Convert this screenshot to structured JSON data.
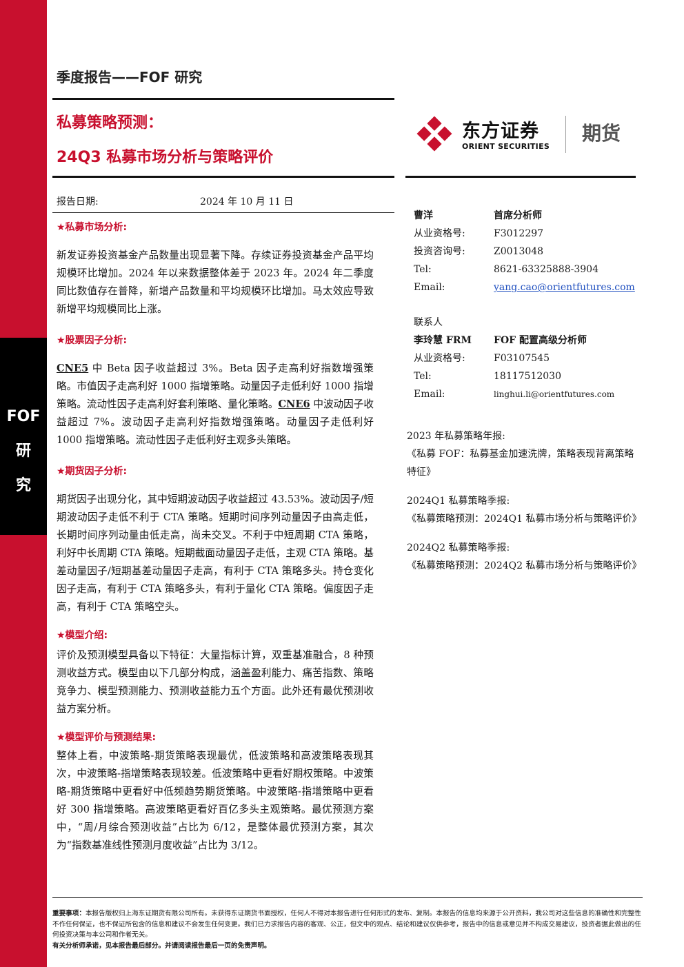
{
  "sidebar": {
    "label_chars": [
      "FOF",
      "研",
      "究"
    ]
  },
  "header": {
    "report_type": "季度报告——FOF 研究",
    "title_line1": "私募策略预测：",
    "title_line2": "24Q3 私募市场分析与策略评价"
  },
  "logo": {
    "company_cn": "东方证券",
    "company_en": "ORIENT SECURITIES",
    "division": "期货"
  },
  "report_date": {
    "label": "报告日期:",
    "value": "2024 年 10 月 11 日"
  },
  "sections": [
    {
      "heading": "★私募市场分析:",
      "text": "新发证券投资基金产品数量出现显著下降。存续证券投资基金产品平均规模环比增加。2024 年以来数据整体差于 2023 年。2024 年二季度同比数值存在普降，新增产品数量和平均规模环比增加。马太效应导致新增平均规模同比上涨。"
    },
    {
      "heading": "★股票因子分析:",
      "cne5": "CNE5",
      "text_a": "中 Beta 因子收益超过 3%。Beta 因子走高利好指数增强策略。市值因子走高利好 1000 指增策略。动量因子走低利好 1000 指增策略。流动性因子走高利好套利策略、量化策略。",
      "cne6": "CNE6",
      "text_b": "中波动因子收益超过 7%。波动因子走高利好指数增强策略。动量因子走低利好 1000 指增策略。流动性因子走低利好主观多头策略。"
    },
    {
      "heading": "★期货因子分析:",
      "text": "期货因子出现分化，其中短期波动因子收益超过 43.53%。波动因子/短期波动因子走低不利于 CTA 策略。短期时间序列动量因子由高走低，长期时间序列动量由低走高，尚未交叉。不利于中短周期 CTA 策略，利好中长周期 CTA 策略。短期截面动量因子走低，主观 CTA 策略。基差动量因子/短期基差动量因子走高，有利于 CTA 策略多头。持仓变化因子走高，有利于 CTA 策略多头，有利于量化 CTA 策略。偏度因子走高，有利于 CTA 策略空头。"
    },
    {
      "heading": "★模型介绍:",
      "text": "评价及预测模型具备以下特征：大量指标计算，双重基准融合，8 种预测收益方式。模型由以下几部分构成，涵盖盈利能力、痛苦指数、策略竞争力、模型预测能力、预测收益能力五个方面。此外还有最优预测收益方案分析。"
    },
    {
      "heading": "★模型评价与预测结果:",
      "text": "整体上看，中波策略-期货策略表现最优，低波策略和高波策略表现其次，中波策略-指增策略表现较差。低波策略中更看好期权策略。中波策略-期货策略中更看好中低频趋势期货策略。中波策略-指增策略中更看好 300 指增策略。高波策略更看好百亿多头主观策略。最优预测方案中，“周/月综合预测收益”占比为 6/12，是整体最优预测方案，其次为“指数基准线性预测月度收益”占比为 3/12。"
    }
  ],
  "analyst": {
    "name": "曹洋",
    "title": "首席分析师",
    "cert_label": "从业资格号:",
    "cert": "F3012297",
    "consult_label": "投资咨询号:",
    "consult": "Z0013048",
    "tel_label": "Tel:",
    "tel": "8621-63325888-3904",
    "email_label": "Email:",
    "email": "yang.cao@orientfutures.com"
  },
  "contact": {
    "heading": "联系人",
    "name": "李玲慧 FRM",
    "title": "FOF 配置高级分析师",
    "cert_label": "从业资格号:",
    "cert": "F03107545",
    "tel_label": "Tel:",
    "tel": "18117512030",
    "email_label": "Email:",
    "email": "linghui.li@orientfutures.com"
  },
  "related_reports": [
    {
      "label": "2023 年私募策略年报:",
      "title": "《私募 FOF：私募基金加速洗牌，策略表现背离策略特征》"
    },
    {
      "label": "2024Q1 私募策略季报:",
      "title": "《私募策略预测：2024Q1 私募市场分析与策略评价》"
    },
    {
      "label": "2024Q2 私募策略季报:",
      "title": "《私募策略预测：2024Q2 私募市场分析与策略评价》"
    }
  ],
  "footer": {
    "notice_label": "重要事项：",
    "notice_text": "本报告版权归上海东证期货有限公司所有。未获得东证期货书面授权，任何人不得对本报告进行任何形式的发布、复制。本报告的信息均来源于公开资料，我公司对这些信息的准确性和完整性不作任何保证，也不保证所包含的信息和建议不会发生任何变更。我们已力求报告内容的客观、公正，但文中的观点、结论和建议仅供参考，报告中的信息或意见并不构成交易建议，投资者据此做出的任何投资决策与本公司和作者无关。",
    "declaration": "有关分析师承诺，见本报告最后部分。并请阅读报告最后一页的免责声明。"
  },
  "colors": {
    "brand_red": "#c8102e",
    "sidebar_black": "#000000",
    "link_blue": "#1f4fbf"
  }
}
